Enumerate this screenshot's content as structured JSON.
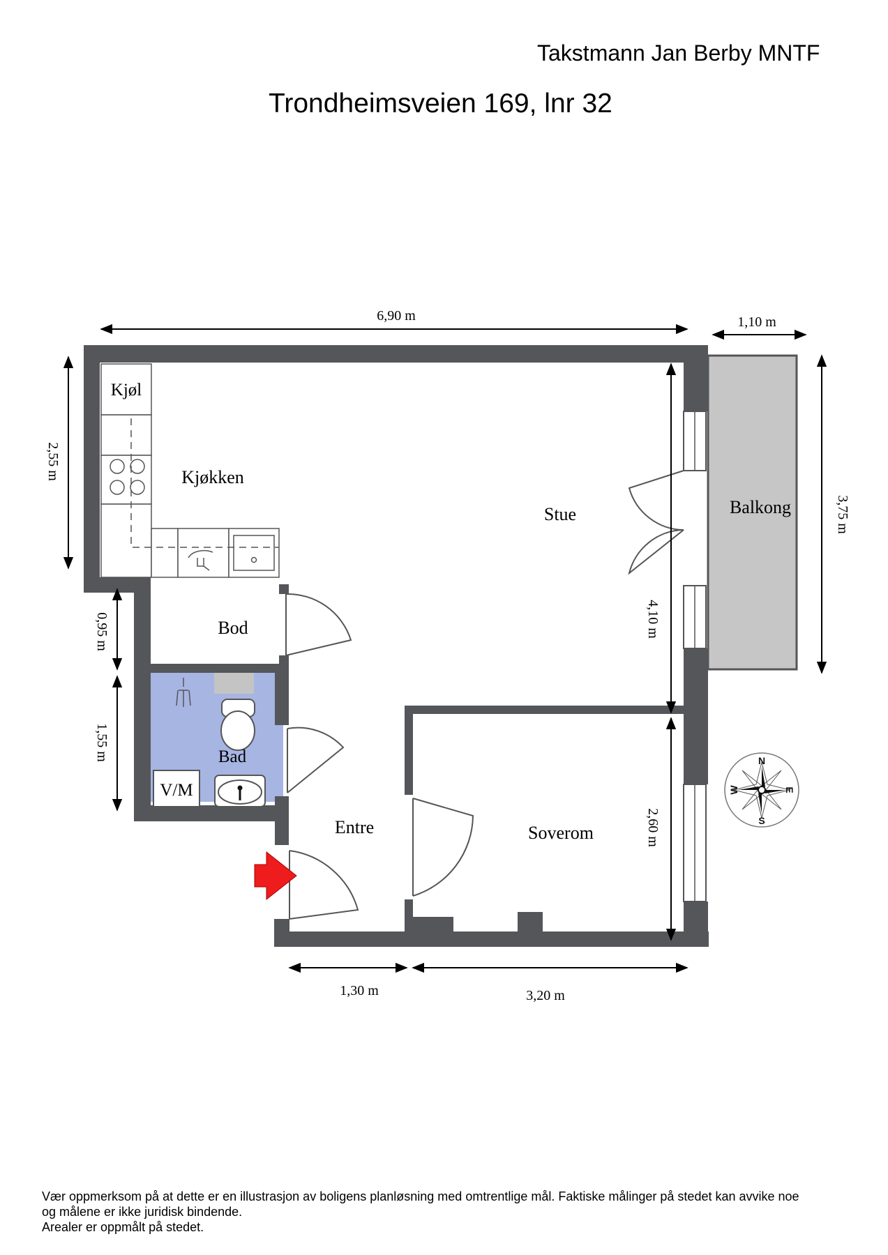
{
  "header": {
    "company": "Takstmann Jan Berby MNTF",
    "address": "Trondheimsveien 169, lnr 32"
  },
  "rooms": {
    "kitchen": "Kjøkken",
    "fridge": "Kjøl",
    "living": "Stue",
    "balcony": "Balkong",
    "storage": "Bod",
    "bathroom": "Bad",
    "washer": "V/M",
    "hall": "Entre",
    "bedroom": "Soverom"
  },
  "dimensions": {
    "top_width": "6,90 m",
    "balcony_width": "1,10 m",
    "kitchen_height": "2,55 m",
    "balcony_height": "3,75 m",
    "living_height": "4,10 m",
    "storage_height": "0,95 m",
    "bath_height": "1,55 m",
    "bedroom_height": "2,60 m",
    "hall_width": "1,30 m",
    "bedroom_width": "3,20 m"
  },
  "compass": {
    "n": "N",
    "s": "S",
    "e": "E",
    "w": "W"
  },
  "colors": {
    "wall": "#54565a",
    "bathroom": "#a7b5e3",
    "balcony": "#c6c6c6",
    "entry_arrow": "#ee1c1c"
  },
  "disclaimer": {
    "line1": "Vær oppmerksom på at dette er en illustrasjon av boligens planløsning med omtrentlige mål. Faktiske målinger på stedet kan avvike noe",
    "line2": "og målene er ikke juridisk bindende.",
    "line3": "Arealer er oppmålt på stedet."
  }
}
